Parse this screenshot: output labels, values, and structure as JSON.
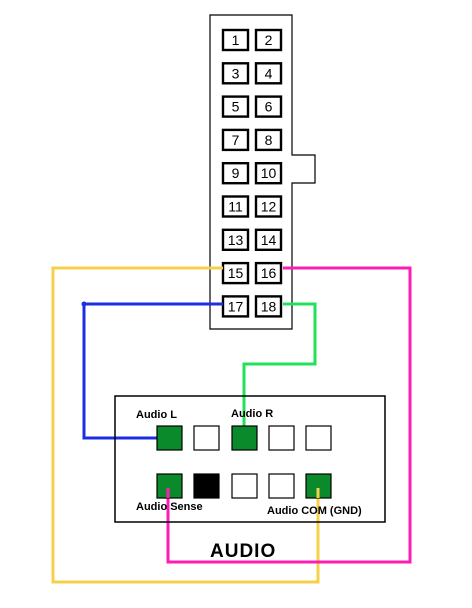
{
  "header": {
    "pins": [
      "1",
      "2",
      "3",
      "4",
      "5",
      "6",
      "7",
      "8",
      "9",
      "10",
      "11",
      "12",
      "13",
      "14",
      "15",
      "16",
      "17",
      "18"
    ]
  },
  "audio_block": {
    "labels": {
      "audio_l": "Audio L",
      "audio_r": "Audio R",
      "audio_sense": "Audio Sense",
      "audio_com": "Audio COM (GND)"
    },
    "title": "AUDIO"
  },
  "colors": {
    "yellow_wire": "#f5d04a",
    "pink_wire": "#ff1cb4",
    "blue_wire": "#1c2ee0",
    "green_wire": "#22e05a",
    "green_pad": "#0a8a2a",
    "black_pad": "#000000"
  }
}
